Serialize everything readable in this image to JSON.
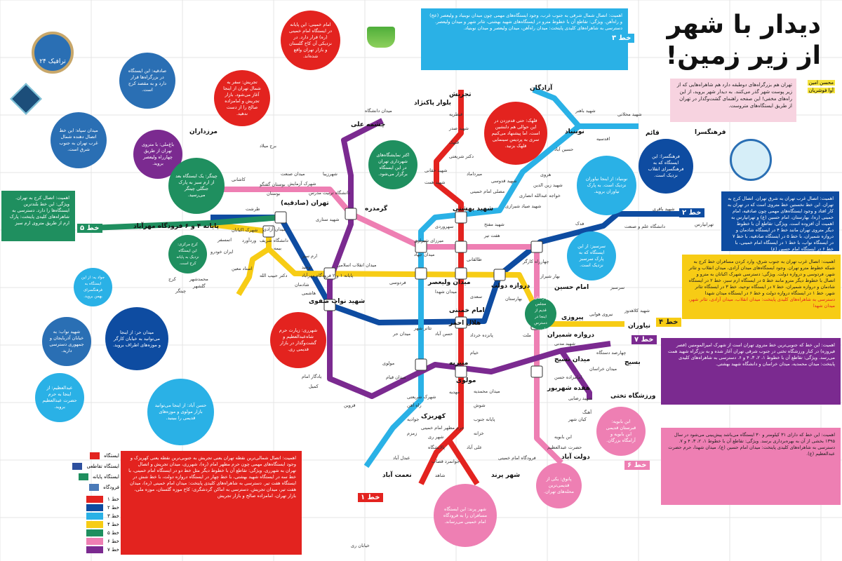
{
  "header": {
    "title_line1": "دیدار با شهر",
    "title_line2": "از زیر زمین!",
    "intro": "تهران هم بزرگراه‌های دوطبقه دارد هم شاهراه‌هایی که از زیر پوست شهر گذر می‌کنند. به دیدار شهر بروید، از این راه‌های مخفی! این صفحه راهنمای گشت‌وگذار در تهران از طریق ایستگاه‌های متروست.",
    "authors": [
      "محسن امین",
      "آوا فوشریان"
    ],
    "logo_text": "ترافیک ۲۴"
  },
  "legend": {
    "stations": [
      {
        "label": "ایستگاه",
        "color": "#e3231f"
      },
      {
        "label": "ایستگاه تقاطعی",
        "color": "#2d4f9e"
      },
      {
        "label": "ایستگاه پایانه",
        "color": "#1f8f5f"
      },
      {
        "label": "فرودگاه",
        "color": "#4a7ab8"
      }
    ],
    "lines": [
      {
        "label": "خط ۱",
        "color": "#e3231f"
      },
      {
        "label": "خط ۲",
        "color": "#0e4ca1"
      },
      {
        "label": "خط ۳",
        "color": "#2ab1e6"
      },
      {
        "label": "خط ۴",
        "color": "#f7cc15"
      },
      {
        "label": "خط ۵",
        "color": "#1f8f5f"
      },
      {
        "label": "خط ۶",
        "color": "#ee7fb3"
      },
      {
        "label": "خط ۷",
        "color": "#7b2a90"
      }
    ]
  },
  "line_tags": {
    "l1": "خط ۱",
    "l2": "خط ۲",
    "l3": "خط ۳",
    "l4": "خط ۴",
    "l5": "خط ۵",
    "l6": "خط ۶",
    "l7": "خط ۷"
  },
  "boxes": {
    "line3": "اهمیت: اتصال شمال شرقی به جنوب غرب، وجود ایستگاه‌های مهمی چون میدان نوبنیاد و ولیعصر (عج) و راه‌آهن. ویژگی: تقاطع آن با خطوط مترو در ایستگاه‌های شهید بهشتی، تئاتر شهر و میدان ولیعصر. دسترسی به شاهراه‌های کلیدی پایتخت: میدان راه‌آهن، میدان ولیعصر و میدان نوبنیاد.",
    "line2": "اهمیت: اتصال غرب تهران به شرق تهران. اتصال کرج به تهران. این خط نخستین خط متروی است که در تهران به کار افتاد و وجود ایستگاه‌های مهمی چون صادقیه، امام خمینی (ره)، بهارستان، امام حسین (ع) و تهرانپارس به اهمیت آن افزوده است. ویژگی: تقاطع آن با خطوط دیگر متروی تهران مانند خط ۴ در ایستگاه شادمان و دروازه شمیران، با خط ۵ در ایستگاه صادقیه، با خط ۷ در ایستگاه نواب، با خط ۱ در ایستگاه امام خمینی، با خط ۶ در ایستگاه امام حسین (ع)",
    "line4": "اهمیت: اتصال غرب تهران به جنوب شرق، وارد کردن مسافران خط کرج به شبکه خطوط مترو تهران. وجود ایستگاه‌های میدان آزادی، میدان انقلاب و تئاتر شهر، فردوسی و دروازه دولت. ویژگی: دسترسی شهرک اکباتان به مترو و اتصال با خطوط دیگر مترو مانند خط ۵ در ایستگاه ارم سبز، خط ۲ در ایستگاه شادمان و دروازه شمیران، خط ۷ در ایستگاه توحید، خط ۳ در ایستگاه تئاتر شهر، خط ۱ در ایستگاه دروازه دولت و خط ۶ در ایستگاه میدان شهدا",
    "line4_access": "دسترسی به شاهراه‌های کلیدی پایتخت: میدان انقلاب، میدان آزادی، تئاتر شهر، میدان شهدا",
    "line7": "اهمیت: این خط که جنوبی‌ترین خط متروی تهران است از شهرک امیرالمومنین (قصر فیروزه) در کنار ورزشگاه تختی در جنوب شرقی تهران آغاز شده و به بزرگراه شهید همت می‌رسد. ویژگی: تقاطع آن با خطوط ۱، ۲، ۳، ۴ و ۶. دسترسی به شاهراه‌های کلیدی پایتخت: میدان محمدیه، میدان خراسان و دانشگاه شهید بهشتی.",
    "line6": "اهمیت: این خط که دارای ۳۱ کیلومتر و ۳۰ ایستگاه می‌باشد پیش‌بینی می‌شود در سال ۱۳۹۵ بخشی از آن به بهره‌برداری برسد. ویژگی: تقاطع آن با خطوط ۱، ۲، ۳، ۴ و ۷. دسترسی به شاهراه‌های کلیدی پایتخت: میدان امام حسین (ع)، میدان شهدا، حرم حضرت عبدالعظیم (ع).",
    "line5": "اهمیت: اتصال کرج به تهران. ویژگی: این خط بلندترین ایستگاه‌ها را دارد. دسترسی به شاهراه‌های کلیدی پایتخت: پارک ارم از طریق متروی ارم سبز",
    "line1": "اهمیت: اتصال شمالی‌ترین نقطه تهران یعنی تجریش به جنوبی‌ترین نقطه یعنی کهریزک و وجود ایستگاه‌های مهمی چون حرم مطهر امام (ره)، شهرری، میدان تجریش و اتصال تهران به شهرری. ویژگی: تقاطع آن با خطوط دیگر مثل خط دو در ایستگاه امام خمینی، با خط سه در ایستگاه شهید بهشتی، با خط چهار در ایستگاه دروازه دولت، با خط شش در ایستگاه هفت تیر. دسترسی به شاهراه‌های کلیدی پایتخت: میدان امام خمینی (ره)، میدان هفت تیر، میدان تجریش. دسترسی به اماکن گردشگری: کاخ موزه گلستان، موزه ملی، بازار تهران، امامزاده صالح و بازار تجریش"
  },
  "bubbles": [
    "امام خمینی: این پایانه در ایستگاه امام خمینی (ره) قرار دارد. در نزدیکی آن کاخ گلستان و بازار تهران واقع شده‌اند.",
    "صادقیه: این ایستگاه در بزرگراه‌ها قرار دارد و به مقصد کرج است.",
    "تجریش: سفر به شمال تهران از اینجا آغاز می‌شود. بازار تجریش و امامزاده صالح را از دست ندهید.",
    "قلهک: حتی قدم‌زدن در این حوالی هم دلنشین است، اما پیشنهاد می‌کنیم سری به پردیس سینمایی قلهک بزنید.",
    "میدان سپاه: این خط اتصال دهنده شمال غرب تهران به جنوب شرق است.",
    "باغ‌ملی: با متروی تهران از طریق چهارراه ولیعصر بروید.",
    "چیتگر: یک ایستگاه بعد از ارم سبز به پارک جنگلی چیتگر می‌رسید.",
    "اکثر نمایشگاه‌های شهرداری تهران در این ایستگاه برگزار می‌شود.",
    "نوبنیاد: از اینجا نیاوران نزدیک است. به پارک نیاوران بروید.",
    "فرهنگسرا: این ایستگاه که به فرهنگسرای انقلاب نزدیک است.",
    "سرسبز: از این ایستگاه که به پارک سرسبز نزدیک است.",
    "بهارستان: مجلس قدیم از اینجا در دسترس است.",
    "شهرری: زیارت حرم شاه‌عبدالعظیم و گشت‌وگذار در بازار قدیمی ری.",
    "کرج مرکزی: این ایستگاه نزدیک به پایانه کرج است.",
    "میدان حر: از اینجا می‌توانید به خیابان کارگر و موزه‌های اطراف بروید.",
    "شهید نواب: به خیابان آذربایجان و جمهوری دسترسی دارید.",
    "جواد یه: از این ایستگاه به فرهنگسرای بهمن بروید.",
    "حسن آباد: از اینجا می‌توانید بازار مولوی و موزه‌های قدیمی را ببینید.",
    "شهر پرند: این ایستگاه مسافران را به فرودگاه امام خمینی می‌رساند.",
    "پانوق: یکی از قدیمی‌ترین محله‌های تهران.",
    "ابن بابویه: قبرستان قدیمی ابن بابویه و آرامگاه بزرگان.",
    "عبدالعظیم: از اینجا به حرم حضرت عبدالعظیم بروید."
  ],
  "stations": [
    "تجریش",
    "قیطریه",
    "شهید صدر",
    "قلهک",
    "دکتر شریعتی",
    "میرداماد",
    "شهید حقانی",
    "شهید همت",
    "مصلی امام خمینی",
    "شهید بهشتی",
    "شهید مفتح",
    "هفت تیر",
    "طالقانی",
    "دروازه دولت",
    "سعدی",
    "امام خمینی",
    "پانزده خرداد",
    "خیام",
    "مولوی",
    "میدان محمدیه",
    "شوش",
    "پایانه جنوب",
    "خزانه",
    "علی آباد",
    "جوانمرد قصاب",
    "شهر ری",
    "پالایشگاه",
    "شاهد",
    "حرم مطهر امام خمینی",
    "کهریزک",
    "شهر پرند",
    "فرودگاه امام خمینی",
    "فرهنگسرا",
    "تهرانپارس",
    "شهید باقری",
    "دانشگاه علم و صنعت",
    "سرسبز",
    "فدک",
    "امام حسین",
    "دروازه شمیران",
    "بهارستان",
    "ملت",
    "حسن آباد",
    "میدان حر",
    "شهید نواب صفوی",
    "هاشمی",
    "تهران (صادقیه)",
    "طرشت",
    "دانشگاه شریف",
    "قائم",
    "شهید محلاتی",
    "اقدسیه",
    "نوبنیاد",
    "حسین آباد",
    "هروی",
    "شهید زین الدین",
    "خواجه عبدالله انصاری",
    "شهید صیاد شیرازی",
    "شهید قدوسی",
    "سهروردی",
    "میرزای شیرازی",
    "میدان جهاد",
    "میدان ولیعصر",
    "تئاتر شهر",
    "منیریه",
    "مهدیه",
    "راه آهن",
    "جوادیه",
    "زمزم",
    "شهرک شریعتی",
    "عبدل آباد",
    "نعمت آباد",
    "آزادگان",
    "شهید باهنر",
    "نیاوران",
    "شهید کلاهدوز",
    "نیروی هوایی",
    "پیروزی",
    "میدان شهدا",
    "فردوسی",
    "میدان انقلاب اسلامی",
    "توحید",
    "شادمان",
    "دکتر حبیب الله",
    "استاد معین",
    "میدان آزادی",
    "بیمه",
    "شهرک اکباتان",
    "ارم سبز",
    "پایانه ۱ و ۲ فرودگاه مهرآباد",
    "پایانه ۴ و ۶ فرودگاه مهرآباد",
    "کرج",
    "محمدشهر",
    "گلشهر",
    "اتمسفر",
    "چیتگر",
    "ایران خودرو",
    "وردآورد",
    "گرمدره",
    "دانشگاه تربیت مدرس",
    "شهرک آزمایش",
    "بوستان گفتگو",
    "کاشانی",
    "شهید ستاری",
    "چهارراه کارگر",
    "بهار شیراز",
    "شهید مدنی",
    "امامزاده حسن",
    "کیان شهر",
    "دولت آباد",
    "حضرت عبدالعظیم",
    "ابن بابویه",
    "چشمه علی",
    "بلوار پاکنژاد",
    "میدان دانشگاه",
    "بوستان",
    "شهرزیبا",
    "میدان صنعت",
    "برج میلاد",
    "مرزداران",
    "یادگار امام",
    "کمیل",
    "قزوین",
    "هلال احمر",
    "مولوی",
    "میدان قیام",
    "چهارصد دستگاه",
    "بسیج",
    "ورزشگاه تختی",
    "میدان بسیج",
    "هفده شهریور",
    "میدان خراسان",
    "آهنگ",
    "شهید رضایی",
    "خیابان ری"
  ]
}
